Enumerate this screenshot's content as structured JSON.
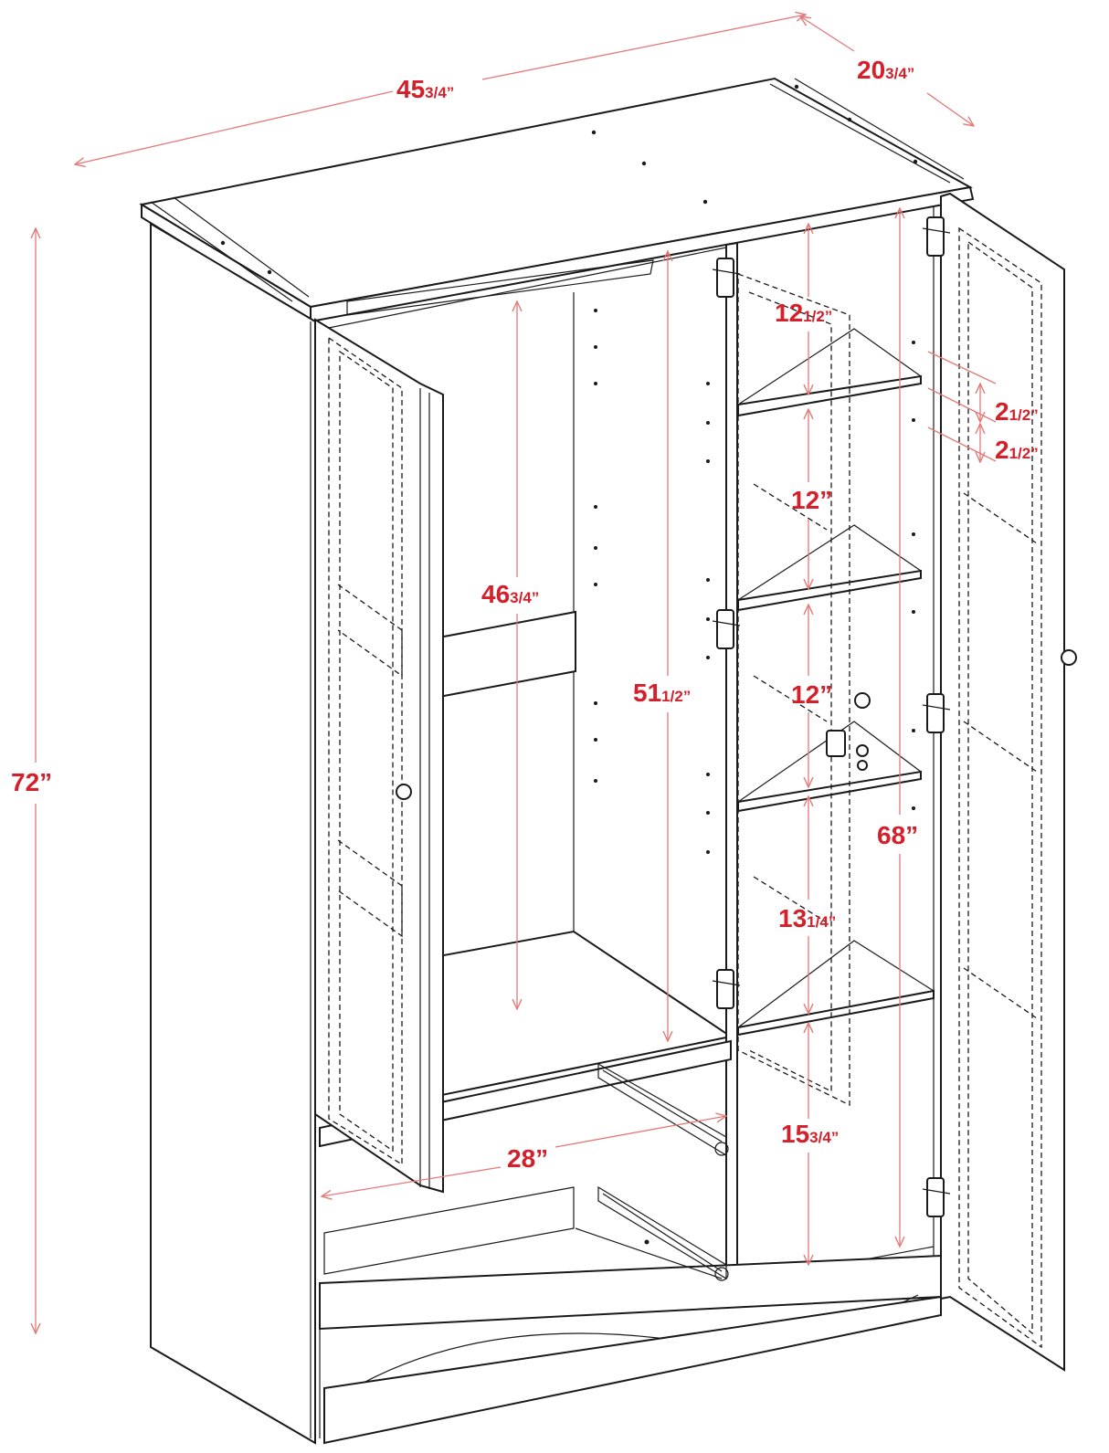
{
  "dimensions": {
    "width": {
      "whole": "45",
      "fraction": "3/4”"
    },
    "depth": {
      "whole": "20",
      "fraction": "3/4”"
    },
    "height": {
      "whole": "72”",
      "fraction": ""
    },
    "interior_height": {
      "whole": "68”",
      "fraction": ""
    },
    "hanging_space": {
      "whole": "46",
      "fraction": "3/4”"
    },
    "left_section_height": {
      "whole": "51",
      "fraction": "1/2”"
    },
    "drawer_depth": {
      "whole": "28”",
      "fraction": ""
    },
    "shelf_top": {
      "whole": "12",
      "fraction": "1/2”"
    },
    "shelf_gap_1": {
      "whole": "12”",
      "fraction": ""
    },
    "shelf_gap_2": {
      "whole": "12”",
      "fraction": ""
    },
    "shelf_gap_3": {
      "whole": "13",
      "fraction": "1/4”"
    },
    "bottom_space": {
      "whole": "15",
      "fraction": "3/4”"
    },
    "shelf_adjust_1": {
      "whole": "2",
      "fraction": "1/2”"
    },
    "shelf_adjust_2": {
      "whole": "2",
      "fraction": "1/2”"
    }
  },
  "colors": {
    "dimension_text": "#d4202a",
    "dimension_line": "#e27a78",
    "outline": "#1a1a1a"
  }
}
